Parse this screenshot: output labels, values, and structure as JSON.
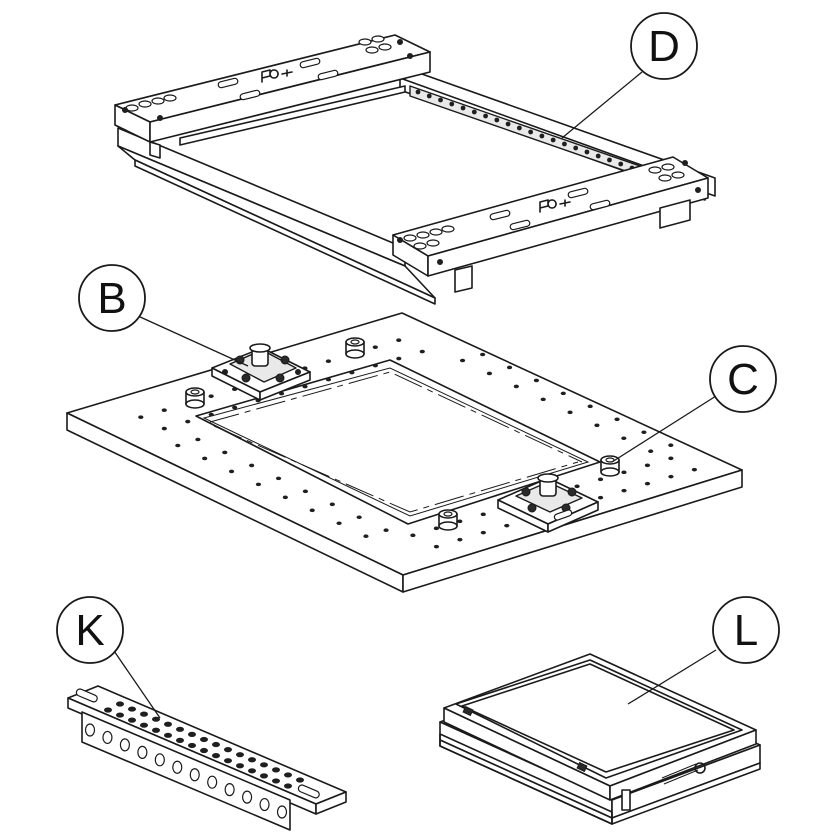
{
  "callouts": {
    "D": "D",
    "B": "B",
    "C": "C",
    "K": "K",
    "L": "L"
  },
  "icons": [
    "frame-assembly",
    "baseplate",
    "clamp-module",
    "locator-pin",
    "pin-rail",
    "stacked-tray"
  ]
}
